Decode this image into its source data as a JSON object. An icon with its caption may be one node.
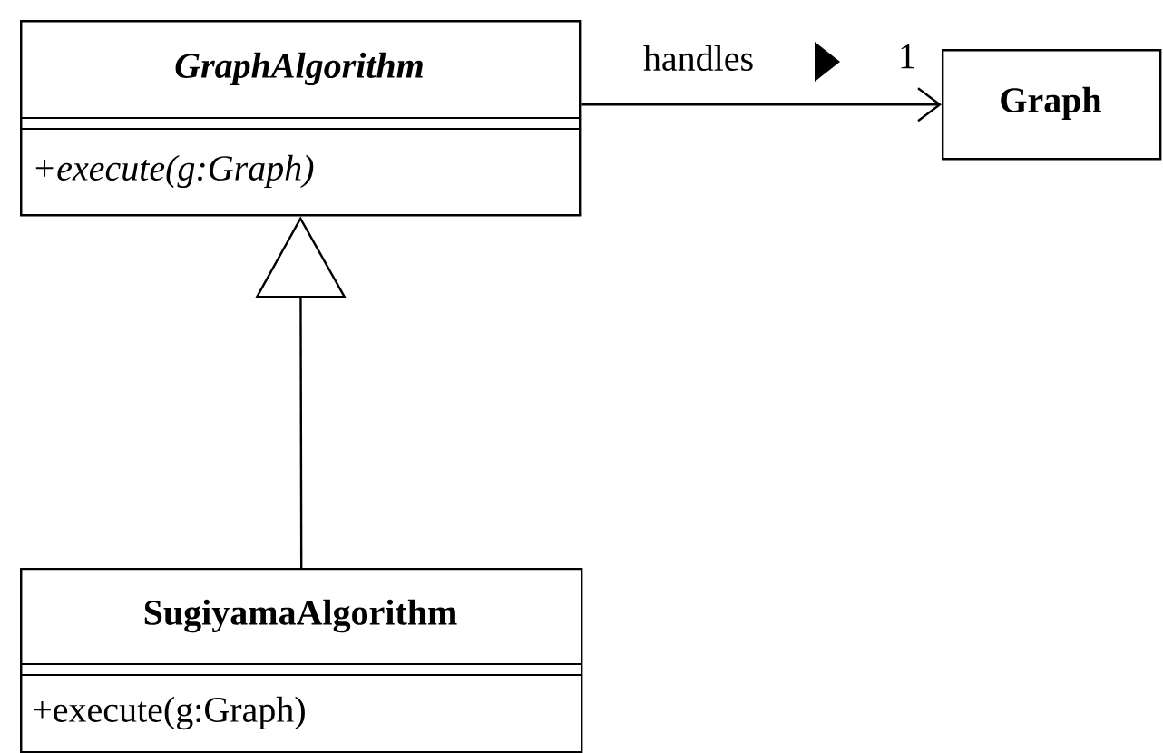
{
  "diagram": {
    "nodes": [
      {
        "text": [
          "GraphAlgorithm",
          "+execute(g:Graph)"
        ]
      },
      {
        "text": [
          "Graph"
        ]
      },
      {
        "text": [
          "SugiyamaAlgorithm",
          "+execute(g:Graph)"
        ]
      }
    ],
    "edges": [
      {
        "from": 0,
        "to": 1,
        "arrow": "to",
        "label": "handles"
      },
      {
        "from": 2,
        "to": 0,
        "arrow": "to"
      }
    ],
    "labels": [
      "1"
    ]
  }
}
